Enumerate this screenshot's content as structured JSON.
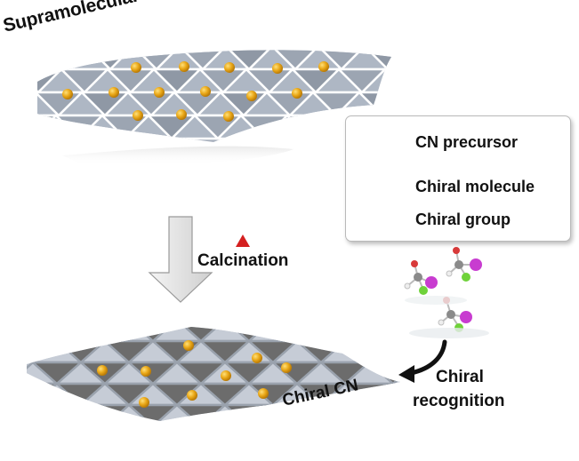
{
  "title": "Supramolecular assembly",
  "legend": {
    "items": [
      {
        "label": "CN precursor",
        "symbol": "light-triangle"
      },
      {
        "label": "Chiral molecule",
        "symbol": "dark-triangle-with-dot"
      },
      {
        "label": "Chiral group",
        "symbol": "gold-dot"
      }
    ]
  },
  "process": {
    "step_label": "Calcination",
    "step_icon": "red-triangle-heat-icon"
  },
  "product_label": "Chiral CN",
  "recognition_label": [
    "Chiral",
    "recognition"
  ],
  "colors": {
    "light_triangle": "#aeb7c4",
    "dark_triangle": "#5b5b5b",
    "gold_dot": "#e8a816",
    "heat_red": "#d42020",
    "sheet_light": "#c6ccd6",
    "sheet_dark": "#6c6c6c"
  }
}
